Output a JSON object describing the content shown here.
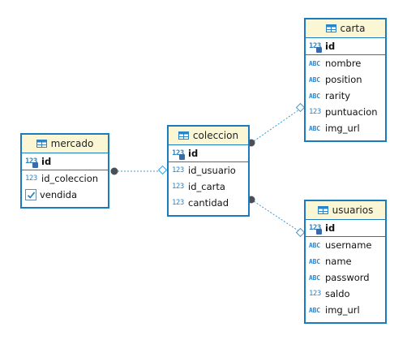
{
  "entities": {
    "mercado": {
      "title": "mercado",
      "columns": [
        {
          "type": "123",
          "name": "id",
          "pk": true
        },
        {
          "type": "123",
          "name": "id_coleccion"
        },
        {
          "type": "check",
          "name": "vendida"
        }
      ]
    },
    "coleccion": {
      "title": "coleccion",
      "columns": [
        {
          "type": "123",
          "name": "id",
          "pk": true
        },
        {
          "type": "123",
          "name": "id_usuario"
        },
        {
          "type": "123",
          "name": "id_carta"
        },
        {
          "type": "123",
          "name": "cantidad"
        }
      ]
    },
    "carta": {
      "title": "carta",
      "columns": [
        {
          "type": "123",
          "name": "id",
          "pk": true
        },
        {
          "type": "ABC",
          "name": "nombre"
        },
        {
          "type": "ABC",
          "name": "position"
        },
        {
          "type": "ABC",
          "name": "rarity"
        },
        {
          "type": "123",
          "name": "puntuacion"
        },
        {
          "type": "ABC",
          "name": "img_url"
        }
      ]
    },
    "usuarios": {
      "title": "usuarios",
      "columns": [
        {
          "type": "123",
          "name": "id",
          "pk": true
        },
        {
          "type": "ABC",
          "name": "username"
        },
        {
          "type": "ABC",
          "name": "name"
        },
        {
          "type": "ABC",
          "name": "password"
        },
        {
          "type": "123",
          "name": "saldo"
        },
        {
          "type": "ABC",
          "name": "img_url"
        }
      ]
    }
  },
  "colors": {
    "border": "#1a7bbf",
    "header_bg": "#fbf7d4",
    "badge": "#2a84c6",
    "link": "#3a9bd5",
    "fk_dot": "#4a4f58"
  }
}
